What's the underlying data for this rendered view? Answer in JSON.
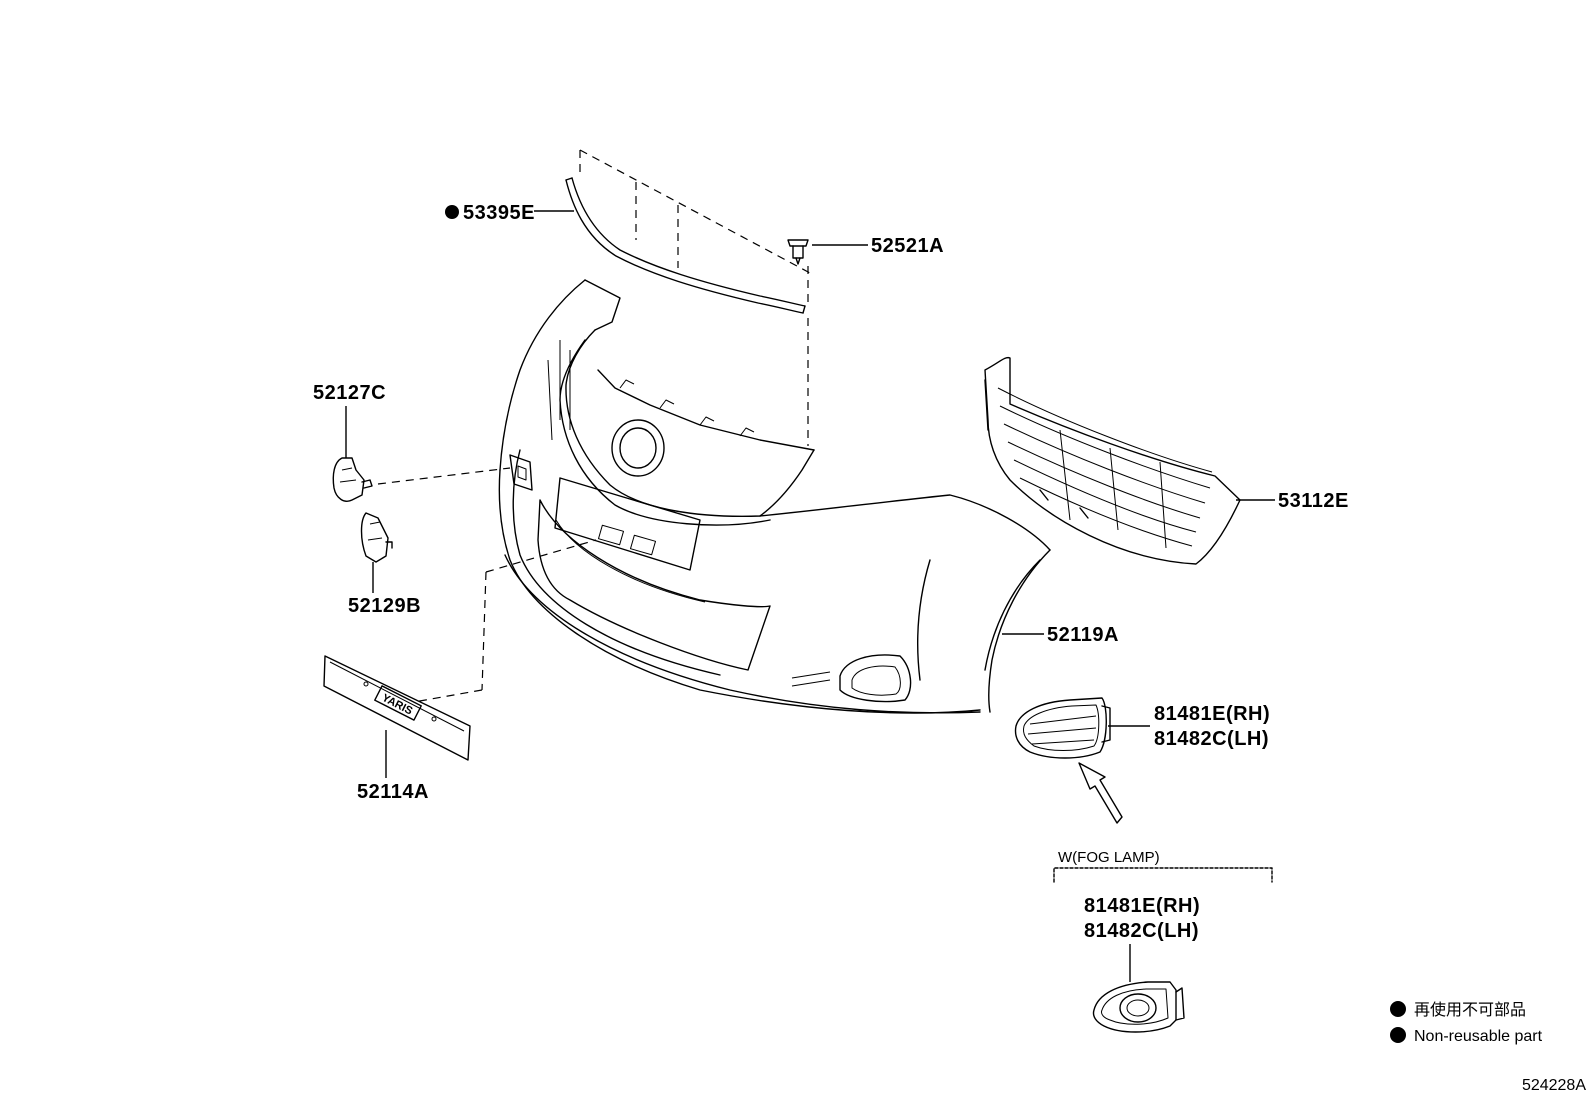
{
  "parts": {
    "p53395E": "53395E",
    "p52521A": "52521A",
    "p52127C": "52127C",
    "p52129B": "52129B",
    "p53112E": "53112E",
    "p52119A": "52119A",
    "p81481E_rh_a": "81481E(RH)",
    "p81482C_lh_a": "81482C(LH)",
    "p52114A": "52114A",
    "p81481E_rh_b": "81481E(RH)",
    "p81482C_lh_b": "81482C(LH)"
  },
  "badge_text": "YARIS",
  "variant_note": "W(FOG LAMP)",
  "legend": {
    "japanese": "再使用不可部品",
    "english": "Non-reusable part"
  },
  "diagram_id": "524228A"
}
